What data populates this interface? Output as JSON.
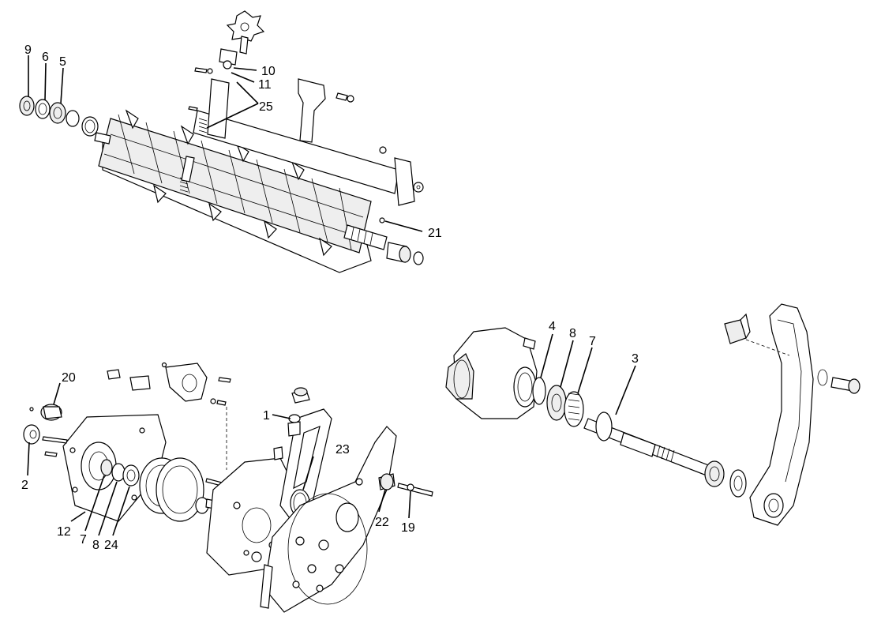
{
  "callouts": {
    "c1": "1",
    "c2": "2",
    "c3": "3",
    "c4": "4",
    "c5": "5",
    "c6": "6",
    "c7_top": "7",
    "c7_bottom": "7",
    "c8_top": "8",
    "c8_bottom": "8",
    "c9": "9",
    "c10": "10",
    "c11": "11",
    "c12": "12",
    "c19": "19",
    "c20": "20",
    "c21": "21",
    "c22": "22",
    "c23": "23",
    "c24": "24",
    "c25": "25"
  }
}
